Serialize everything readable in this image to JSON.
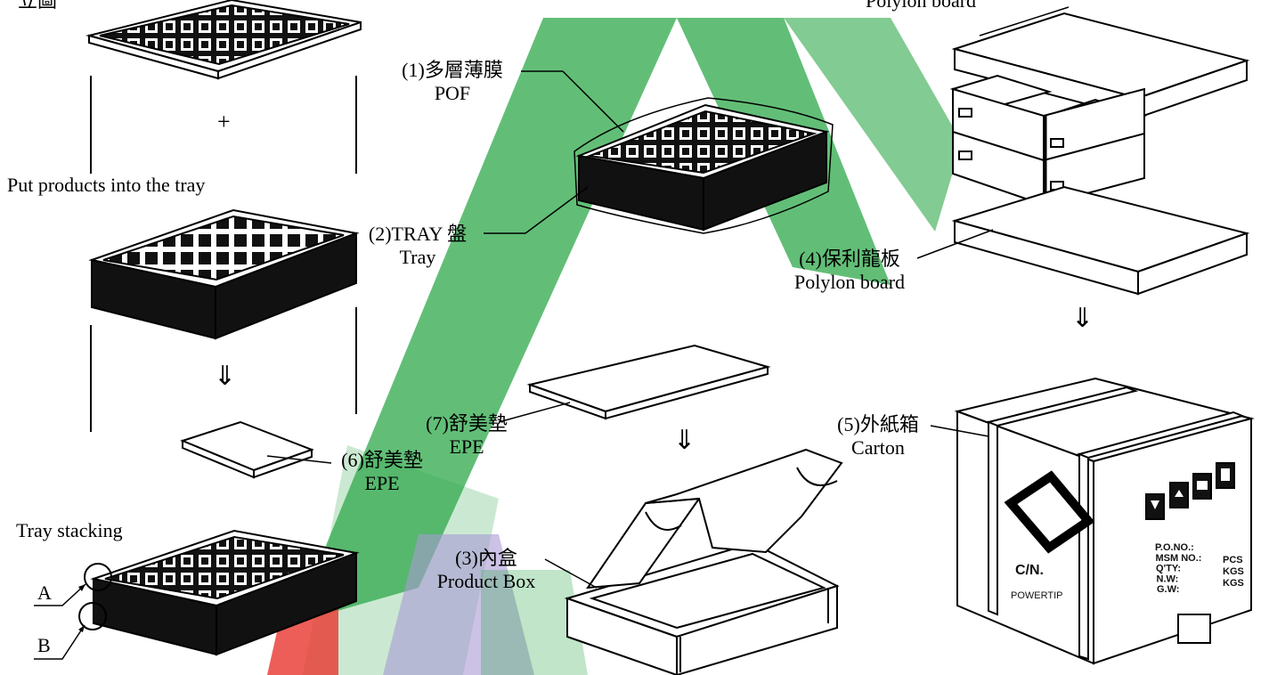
{
  "watermark": {
    "text": "POWERTIP",
    "green": "#2ea84a",
    "purple": "#a99ad3",
    "red": "#e8362f"
  },
  "left_column": {
    "top_label": "立圖",
    "plus": "+",
    "put_products": "Put products into the tray",
    "down_arrow": "⇓",
    "epe_cn": "(6)舒美墊",
    "epe_en": "EPE",
    "tray_stacking": "Tray stacking",
    "marker_a": "A",
    "marker_b": "B"
  },
  "middle_column": {
    "pof_cn": "(1)多層薄膜",
    "pof_en": "POF",
    "tray_cn": "(2)TRAY 盤",
    "tray_en": "Tray",
    "epe_cn": "(7)舒美墊",
    "epe_en": "EPE",
    "down_arrow": "⇓",
    "box_cn": "(3)內盒",
    "box_en": "Product Box"
  },
  "right_column": {
    "top_board": "Polylon board",
    "board_cn": "(4)保利龍板",
    "board_en": "Polylon board",
    "down_arrow": "⇓",
    "carton_cn": "(5)外紙箱",
    "carton_en": "Carton",
    "carton_brand": "POWERTIP",
    "carton_cn_mark": "C/N.",
    "carton_fields": [
      "P.O.NO.:",
      "MSM NO.:",
      "Q'TY:",
      "N.W:",
      "G.W:"
    ],
    "carton_units": [
      "PCS",
      "KGS",
      "KGS"
    ]
  }
}
